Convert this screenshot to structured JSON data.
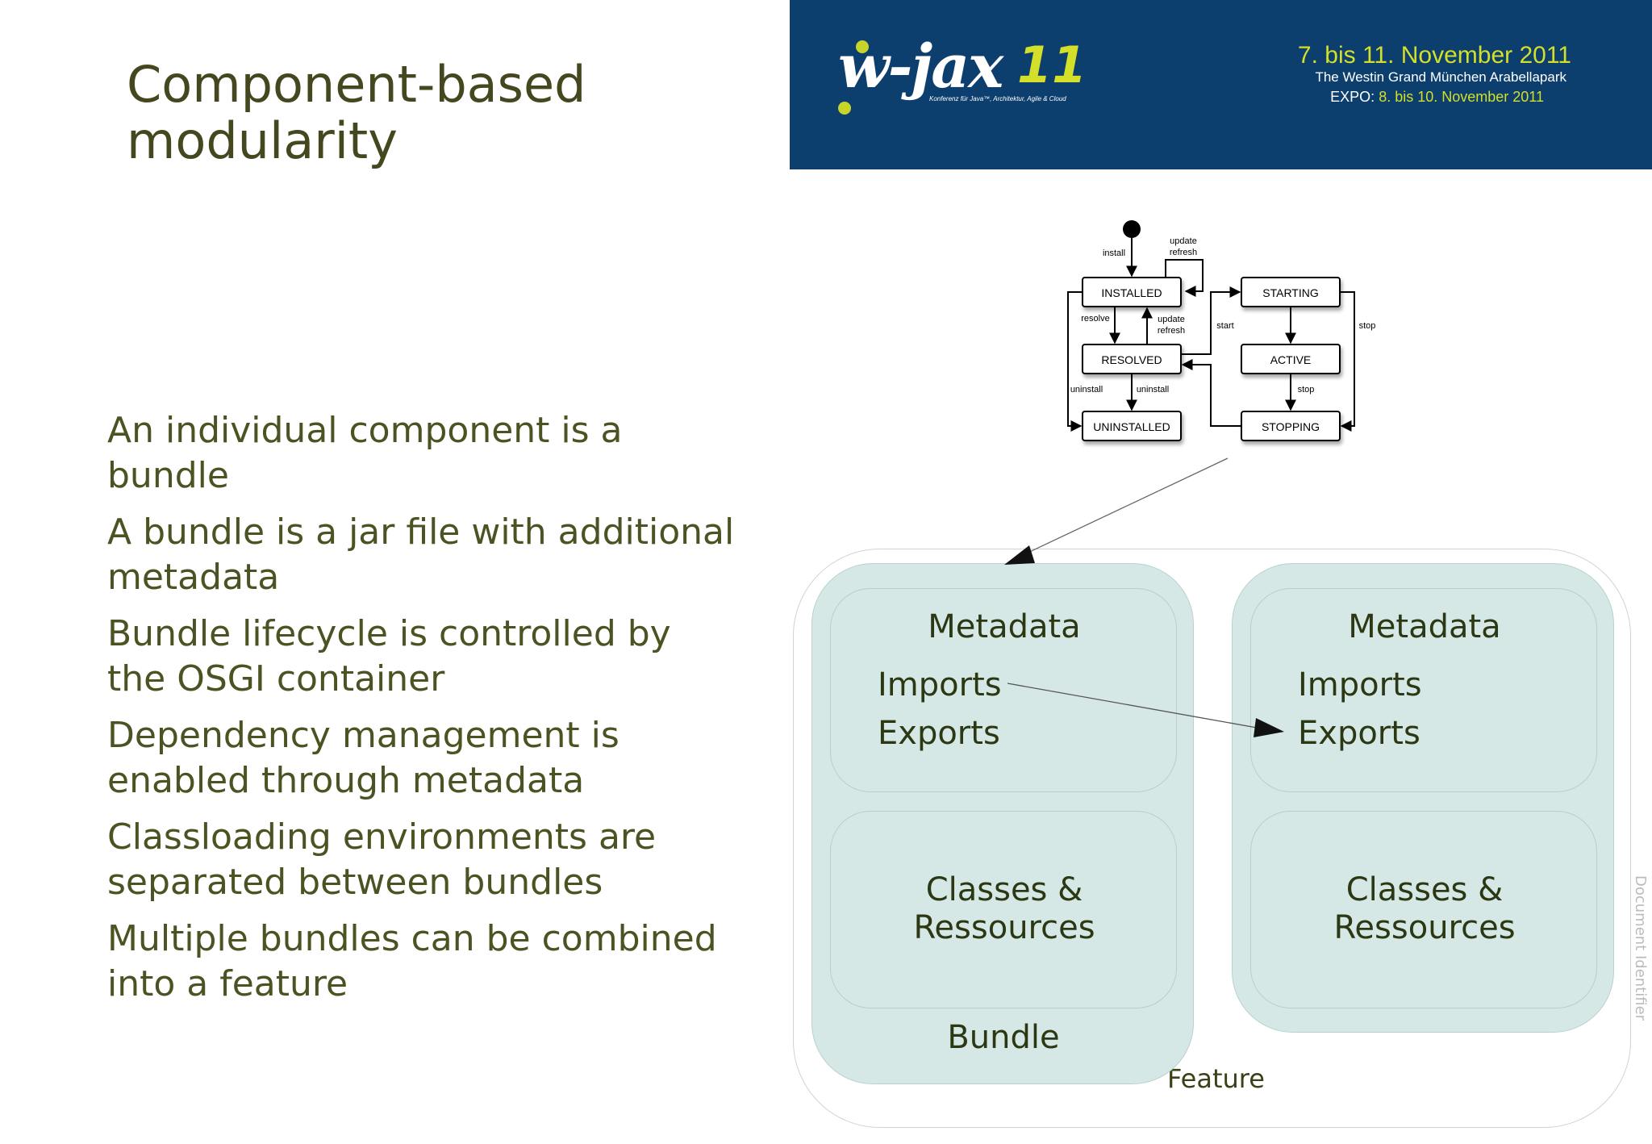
{
  "slide": {
    "title": "Component-based\nmodularity",
    "bullets": [
      "An individual component is a bundle",
      "A bundle is a jar file with additional metadata",
      "Bundle lifecycle is controlled by the OSGI container",
      "Dependency management is enabled through metadata",
      "Classloading environments are separated between bundles",
      "Multiple bundles can be combined into a feature"
    ],
    "doc_identifier": "Document Identifier"
  },
  "banner": {
    "logo_word": "w-jax",
    "logo_number": "11",
    "logo_tagline": "Konferenz für Java™, Architektur, Agile & Cloud",
    "event_dates": "7. bis 11. November 2011",
    "venue": "The Westin Grand München Arabellapark",
    "expo_label": "EXPO:",
    "expo_dates": "8. bis 10. November 2011",
    "colors": {
      "background": "#0d3f6e",
      "accent": "#d4df29"
    }
  },
  "lifecycle": {
    "states": {
      "installed": "INSTALLED",
      "resolved": "RESOLVED",
      "uninstalled": "UNINSTALLED",
      "starting": "STARTING",
      "active": "ACTIVE",
      "stopping": "STOPPING"
    },
    "transitions": {
      "install": "install",
      "update_refresh_top_1": "update",
      "update_refresh_top_2": "refresh",
      "resolve": "resolve",
      "update_refresh_mid_1": "update",
      "update_refresh_mid_2": "refresh",
      "start": "start",
      "stop_outer": "stop",
      "uninstall_left": "uninstall",
      "uninstall_right": "uninstall",
      "stop_inner": "stop"
    }
  },
  "feature": {
    "label": "Feature",
    "bundles": [
      {
        "metadata": "Metadata",
        "imports": "Imports",
        "exports": "Exports",
        "classes": "Classes &\nRessources",
        "label": "Bundle"
      },
      {
        "metadata": "Metadata",
        "imports": "Imports",
        "exports": "Exports",
        "classes": "Classes &\nRessources"
      }
    ]
  }
}
